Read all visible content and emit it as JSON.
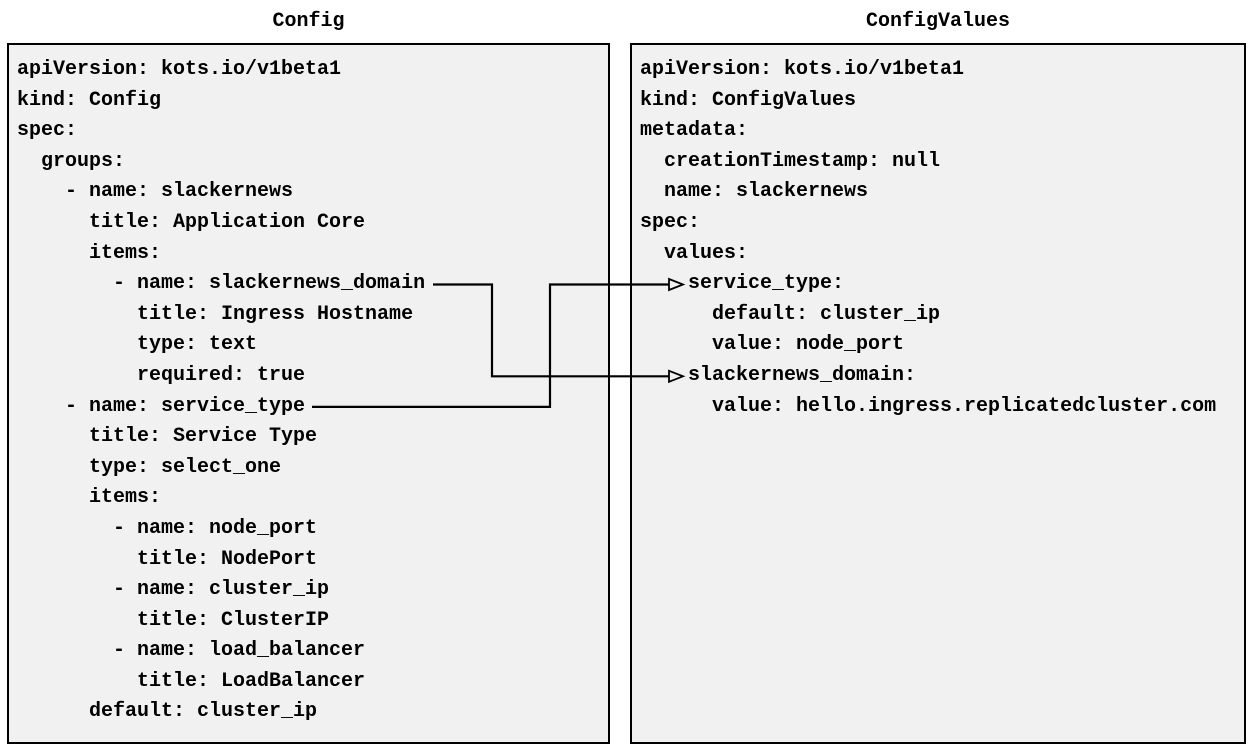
{
  "diagram": {
    "left_panel": {
      "title": "Config",
      "code": "apiVersion: kots.io/v1beta1\nkind: Config\nspec:\n  groups:\n    - name: slackernews\n      title: Application Core\n      items:\n        - name: slackernews_domain\n          title: Ingress Hostname\n          type: text\n          required: true\n    - name: service_type\n      title: Service Type\n      type: select_one\n      items:\n        - name: node_port\n          title: NodePort\n        - name: cluster_ip\n          title: ClusterIP\n        - name: load_balancer\n          title: LoadBalancer\n      default: cluster_ip"
    },
    "right_panel": {
      "title": "ConfigValues",
      "code": "apiVersion: kots.io/v1beta1\nkind: ConfigValues\nmetadata:\n  creationTimestamp: null\n  name: slackernews\nspec:\n  values:\n    service_type:\n      default: cluster_ip\n      value: node_port\n    slackernews_domain:\n      value: hello.ingress.replicatedcluster.com"
    },
    "connections": [
      {
        "from": "Config item slackernews_domain",
        "to": "ConfigValues value slackernews_domain"
      },
      {
        "from": "Config item service_type",
        "to": "ConfigValues value service_type"
      }
    ],
    "colors": {
      "page_bg": "#ffffff",
      "box_bg": "#f1f1f1",
      "box_border": "#000000",
      "text": "#000000",
      "arrow": "#000000"
    }
  }
}
